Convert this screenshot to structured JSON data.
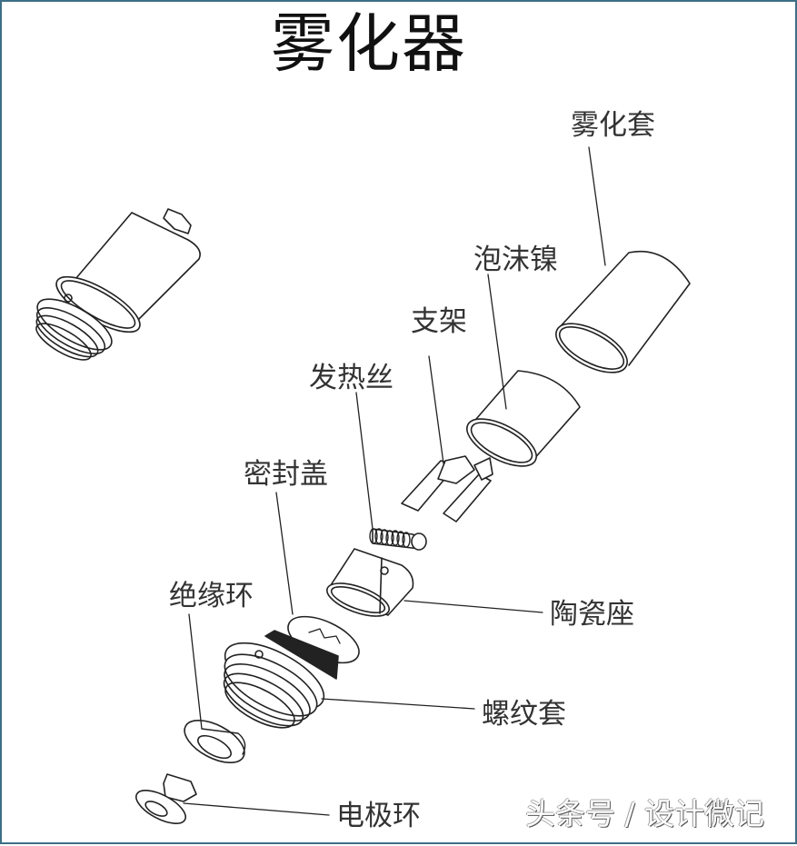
{
  "title": "雾化器",
  "labels": {
    "atomizer_sleeve": "雾化套",
    "foam_nickel": "泡沫镍",
    "bracket": "支架",
    "heating_wire": "发热丝",
    "seal_cap": "密封盖",
    "ceramic_base": "陶瓷座",
    "insulating_ring": "绝缘环",
    "thread_sleeve": "螺纹套",
    "electrode_ring": "电极环"
  },
  "watermark": "头条号 / 设计微记",
  "colors": {
    "border": "#3d6f86",
    "line": "#222222",
    "text": "#333333",
    "background": "#ffffff"
  }
}
